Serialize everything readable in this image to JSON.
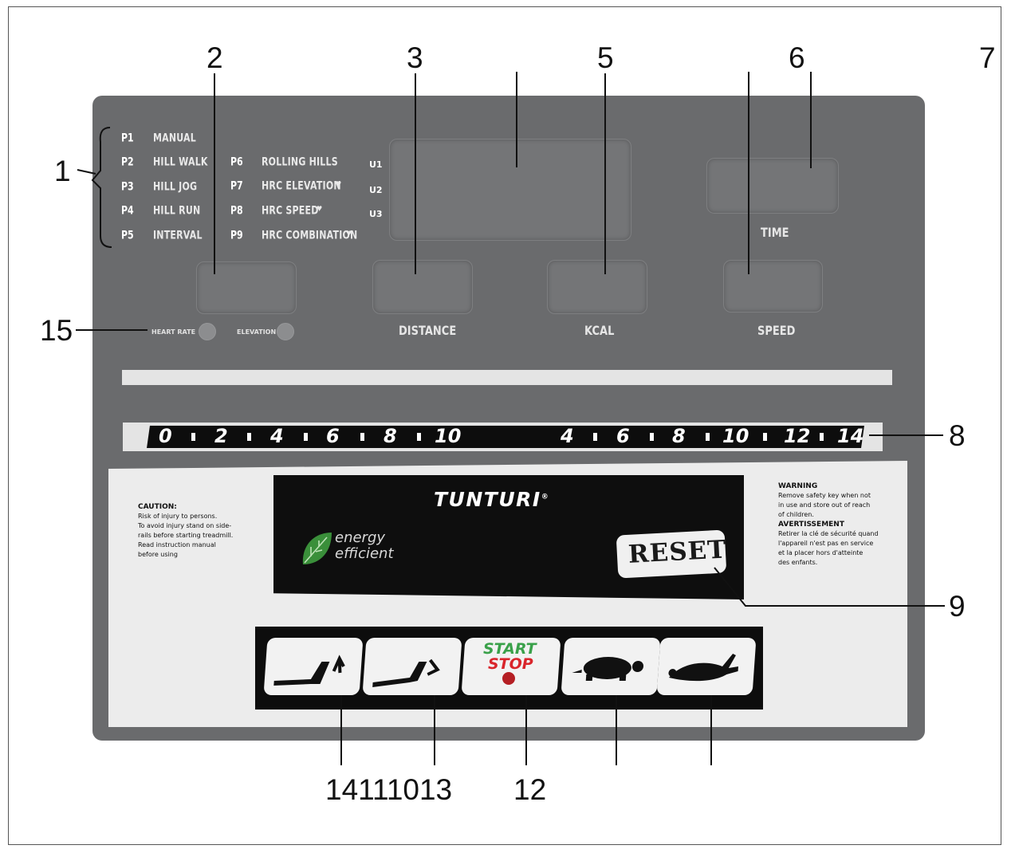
{
  "callouts": {
    "c1": "1",
    "c2": "2",
    "c3": "3",
    "c5": "5",
    "c6": "6",
    "c7": "7",
    "c8": "8",
    "c9": "9",
    "c12": "12",
    "c14_11_10_13": "14111013",
    "c15": "15"
  },
  "programs": {
    "left": [
      {
        "code": "P1",
        "name": "MANUAL"
      },
      {
        "code": "P2",
        "name": "HILL WALK"
      },
      {
        "code": "P3",
        "name": "HILL JOG"
      },
      {
        "code": "P4",
        "name": "HILL RUN"
      },
      {
        "code": "P5",
        "name": "INTERVAL"
      }
    ],
    "right": [
      {
        "code": "P6",
        "name": "ROLLING HILLS"
      },
      {
        "code": "P7",
        "name": "HRC ELEVATION"
      },
      {
        "code": "P8",
        "name": "HRC SPEED"
      },
      {
        "code": "P9",
        "name": "HRC COMBINATION"
      }
    ]
  },
  "users": [
    "U1",
    "U2",
    "U3"
  ],
  "displays": {
    "distance": "DISTANCE",
    "kcal": "KCAL",
    "time": "TIME",
    "speed": "SPEED"
  },
  "indicators": {
    "heart_rate": "HEART RATE",
    "elevation": "ELEVATION"
  },
  "scale": {
    "elevation_ticks": [
      "0",
      "2",
      "4",
      "6",
      "8",
      "10"
    ],
    "speed_ticks": [
      "4",
      "6",
      "8",
      "10",
      "12",
      "14"
    ]
  },
  "brand": "TUNTURI",
  "brand_mark": "®",
  "energy": {
    "line1": "energy",
    "line2": "efficient"
  },
  "reset_label": "RESET",
  "caution": {
    "title": "CAUTION:",
    "lines": [
      "Risk of injury to persons.",
      "To avoid injury stand on side-",
      "rails before starting treadmill.",
      "Read instruction manual",
      "before using"
    ]
  },
  "warning": {
    "title": "WARNING",
    "lines": [
      "Remove safety key when not",
      "in use and store out of reach",
      "of children."
    ]
  },
  "avertissement": {
    "title": "AVERTISSEMENT",
    "lines": [
      "Retirer la clé de sécurité quand",
      "l'appareil n'est pas en service",
      "et la placer hors d'atteinte",
      "des enfants."
    ]
  },
  "buttons": {
    "start": "START",
    "stop": "STOP"
  },
  "icons": [
    "incline-up-icon",
    "incline-down-icon",
    "start-stop-icon",
    "turtle-icon",
    "rabbit-icon",
    "leaf-icon",
    "heart-icon"
  ],
  "colors": {
    "panel": "#6a6b6d",
    "start": "#3aa14a",
    "stop": "#d9252b",
    "leaf": "#3a8f3a"
  }
}
